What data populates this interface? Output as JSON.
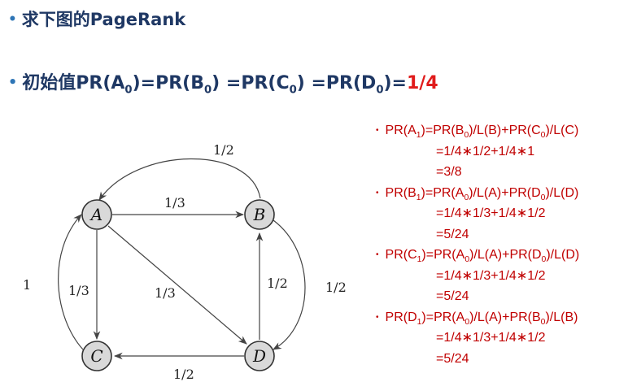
{
  "title": "求下图的PageRank",
  "init": {
    "prefix": "初始值PR(A",
    "parts": [
      {
        "text": "初始值PR(A",
        "sub": "0"
      },
      {
        "text": ")=PR(B",
        "sub": "0"
      },
      {
        "text": ") =PR(C",
        "sub": "0"
      },
      {
        "text": ") =PR(D",
        "sub": "0"
      },
      {
        "text": ")="
      }
    ],
    "value": "1/4"
  },
  "graph": {
    "nodes": [
      "A",
      "B",
      "C",
      "D"
    ],
    "edges": [
      {
        "from": "B",
        "to": "A",
        "label": "1/2"
      },
      {
        "from": "A",
        "to": "B",
        "label": "1/3"
      },
      {
        "from": "A",
        "to": "C",
        "label": "1/3"
      },
      {
        "from": "A",
        "to": "D",
        "label": "1/3"
      },
      {
        "from": "C",
        "to": "A",
        "label": "1"
      },
      {
        "from": "D",
        "to": "B",
        "label": "1/2"
      },
      {
        "from": "B",
        "to": "D",
        "label": "1/2"
      },
      {
        "from": "D",
        "to": "C",
        "label": "1/2"
      }
    ]
  },
  "calc": [
    {
      "head": [
        {
          "t": "PR(A"
        },
        {
          "s": "1"
        },
        {
          "t": ")=PR(B"
        },
        {
          "s": "0"
        },
        {
          "t": ")/L(B)+PR(C"
        },
        {
          "s": "0"
        },
        {
          "t": ")/L(C)"
        }
      ],
      "lines": [
        "=1/4∗1/2+1/4∗1",
        "=3/8"
      ]
    },
    {
      "head": [
        {
          "t": "PR(B"
        },
        {
          "s": "1"
        },
        {
          "t": ")=PR(A"
        },
        {
          "s": "0"
        },
        {
          "t": ")/L(A)+PR(D"
        },
        {
          "s": "0"
        },
        {
          "t": ")/L(D)"
        }
      ],
      "lines": [
        "=1/4∗1/3+1/4∗1/2",
        "=5/24"
      ]
    },
    {
      "head": [
        {
          "t": "PR(C"
        },
        {
          "s": "1"
        },
        {
          "t": ")=PR(A"
        },
        {
          "s": "0"
        },
        {
          "t": ")/L(A)+PR(D"
        },
        {
          "s": "0"
        },
        {
          "t": ")/L(D)"
        }
      ],
      "lines": [
        "=1/4∗1/3+1/4∗1/2",
        "=5/24"
      ]
    },
    {
      "head": [
        {
          "t": "PR(D"
        },
        {
          "s": "1"
        },
        {
          "t": ")=PR(A"
        },
        {
          "s": "0"
        },
        {
          "t": ")/L(A)+PR(B"
        },
        {
          "s": "0"
        },
        {
          "t": ")/L(B)"
        }
      ],
      "lines": [
        "=1/4∗1/3+1/4∗1/2",
        "=5/24"
      ]
    }
  ]
}
